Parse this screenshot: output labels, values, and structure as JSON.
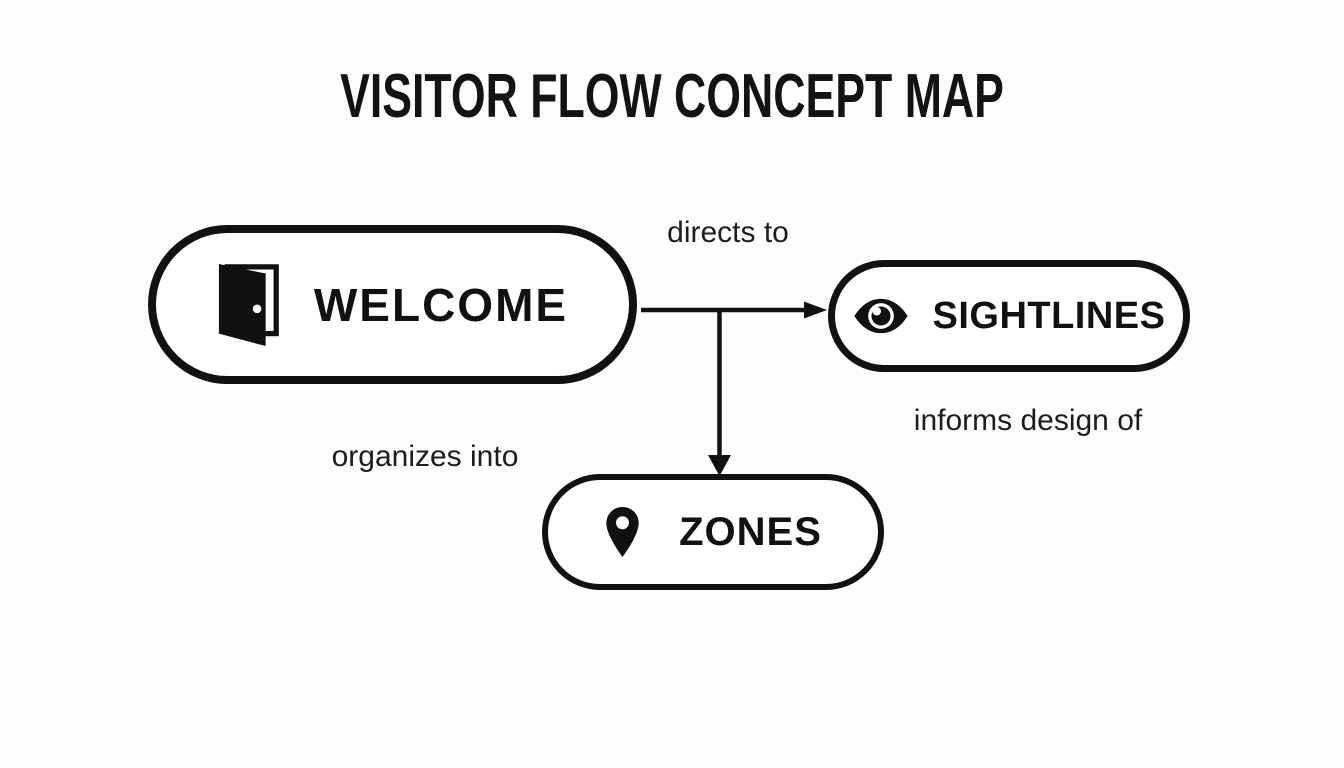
{
  "title": "VISITOR FLOW CONCEPT MAP",
  "nodes": {
    "welcome": {
      "label": "WELCOME",
      "icon": "door-open-icon"
    },
    "sightlines": {
      "label": "SIGHTLINES",
      "icon": "eye-icon"
    },
    "zones": {
      "label": "ZONES",
      "icon": "map-pin-icon"
    }
  },
  "edge_labels": {
    "directs_to": "directs to",
    "organizes_into": "organizes into",
    "informs_design_of": "informs design of"
  },
  "connectors": [
    {
      "name": "welcome-to-sightlines-arrow",
      "direction": "right"
    },
    {
      "name": "branch-to-zones-arrow",
      "direction": "down"
    }
  ],
  "colors": {
    "background": "#fdfdfc",
    "outline": "#111111",
    "node_fill": "#ffffff",
    "label_text": "#1d1d1d"
  }
}
